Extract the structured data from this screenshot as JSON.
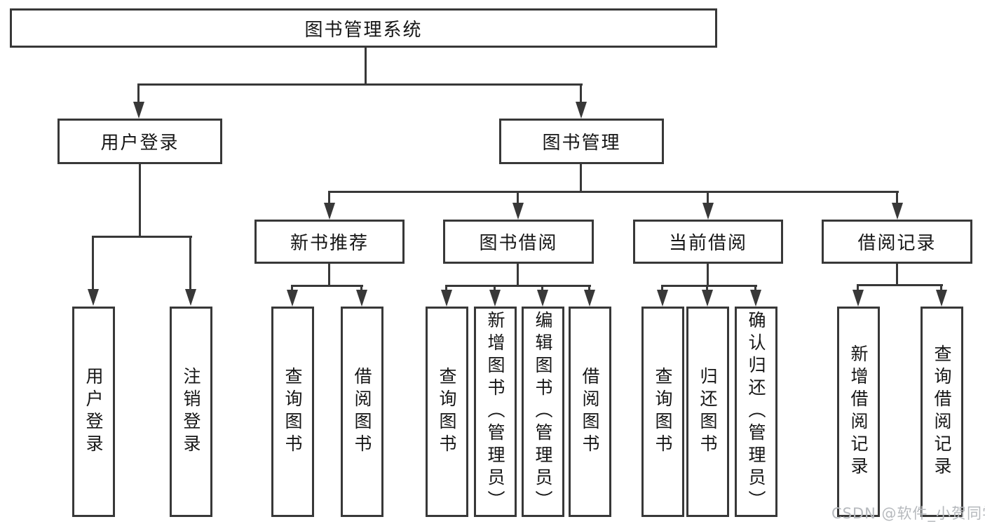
{
  "tree": {
    "label": "图书管理系统",
    "children": [
      {
        "label": "用户登录",
        "children": [
          {
            "label": "用户登录"
          },
          {
            "label": "注销登录"
          }
        ]
      },
      {
        "label": "图书管理",
        "children": [
          {
            "label": "新书推荐",
            "children": [
              {
                "label": "查询图书"
              },
              {
                "label": "借阅图书"
              }
            ]
          },
          {
            "label": "图书借阅",
            "children": [
              {
                "label": "查询图书"
              },
              {
                "label": "新增图书（管理员）"
              },
              {
                "label": "编辑图书（管理员）"
              },
              {
                "label": "借阅图书"
              }
            ]
          },
          {
            "label": "当前借阅",
            "children": [
              {
                "label": "查询图书"
              },
              {
                "label": "归还图书"
              },
              {
                "label": "确认归还（管理员）"
              }
            ]
          },
          {
            "label": "借阅记录",
            "children": [
              {
                "label": "新增借阅记录"
              },
              {
                "label": "查询借阅记录"
              }
            ]
          }
        ]
      }
    ]
  },
  "watermark": {
    "text": "CSDN @软件_小贺同学"
  },
  "colors": {
    "line": "#383838",
    "text": "#161616",
    "background": "#ffffff",
    "watermark": "#b6b9bd"
  }
}
